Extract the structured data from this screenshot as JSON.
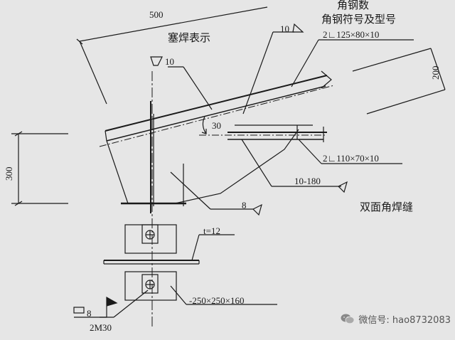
{
  "labels": {
    "dim_500": "500",
    "dim_200": "200",
    "dim_300": "300",
    "angle_count": "角钢数",
    "angle_symbol": "角钢符号及型号",
    "angle_main": "2∟125×80×10",
    "angle_sub": "2∟110×70×10",
    "plug_weld": "塞焊表示",
    "weld_10_a": "10",
    "weld_10_b": "10",
    "angle_30": "30",
    "weld_10_180": "10-180",
    "double_fillet": "双面角焊缝",
    "weld_8": "8",
    "weld_8_bottom": "8",
    "thickness": "t=12",
    "plate": "-250×250×160",
    "bolt": "2M30"
  },
  "watermark": {
    "text": "微信号: hao8732083",
    "icon": "wechat-icon"
  },
  "colors": {
    "line": "#1a1a1a",
    "background": "#e6e6e6"
  }
}
